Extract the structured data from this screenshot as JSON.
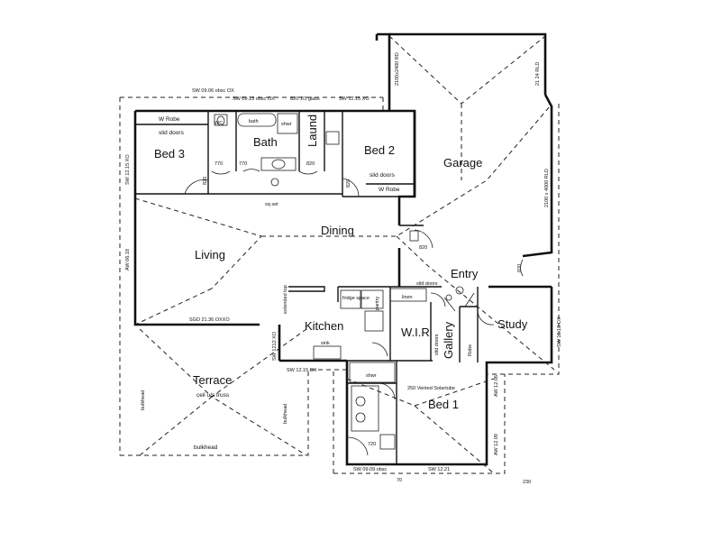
{
  "rooms": {
    "bed3": "Bed 3",
    "bath": "Bath",
    "laundry": "Laund",
    "bed2": "Bed 2",
    "garage": "Garage",
    "dining": "Dining",
    "living": "Living",
    "entry": "Entry",
    "kitchen": "Kitchen",
    "wir": "W.I.R",
    "gallery": "Gallery",
    "study": "Study",
    "terrace": "Terrace",
    "bed1": "Bed 1"
  },
  "annotations": {
    "terrace_sub": "ceil u/s truss",
    "wrobe_bed3": "W Robe",
    "sld_bed3": "slid doors",
    "wrobe_bed2": "W Robe",
    "sld_bed2": "slid doors",
    "bath_fixture": "bath",
    "shower": "shwr",
    "wc": "WC",
    "sq_set": "sq set",
    "sld_entry": "slid doors",
    "sld_gallery": "slid doors",
    "linen": "linen",
    "fridge": "fridge space",
    "pantry": "pantry",
    "sink": "sink",
    "extended_top": "extended top",
    "robe": "Robe",
    "bulkhead": "bulkhead",
    "solartube": "250 Vented Solartube",
    "ens_shower": "shwr",
    "d770a": "770",
    "d770b": "770",
    "d820a": "820",
    "d820b": "820",
    "d820c": "820",
    "d820d": "820",
    "d820e": "820",
    "d720": "720"
  },
  "windows": {
    "top1": "SW 09.06 obsc OX",
    "top2": "SW 09.13 obsc OX",
    "top3": "820 1/3 glass",
    "top4": "SW 12.15 XO",
    "left1": "SW 12.15 XO",
    "left2": "AW 06.18",
    "sgd": "SGD 21.36 OXXO",
    "kitchen1": "SW 1212 XO",
    "kitchen2": "SW 12.15 OX",
    "bottom1": "SW 09.09 obsc",
    "bottom2": "SW 12.21",
    "bed1_side": "AW 12.06",
    "bed1_side2": "AW 12.09",
    "study_side": "SW 15.18 OX",
    "garage_top": "2100x2400 RD",
    "garage_right": "21 24 RLD",
    "garage_door": "2100 x 4000 RLD"
  },
  "dimensions": {
    "bottom_mid": "70",
    "bottom_right": "230"
  }
}
